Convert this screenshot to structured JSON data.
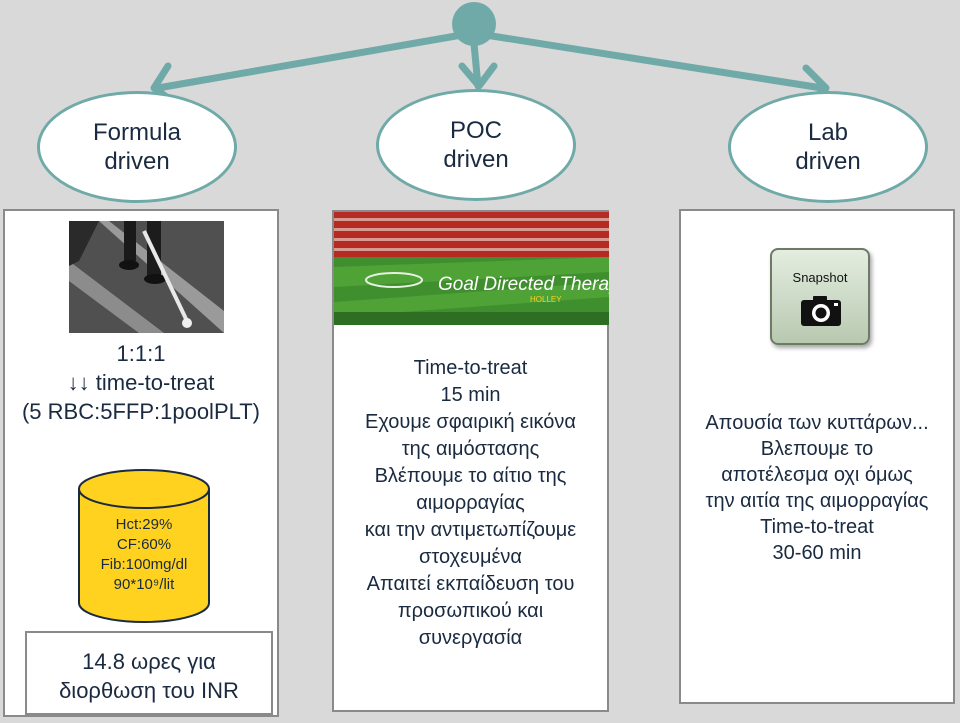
{
  "nodes": [
    {
      "id": "formula",
      "line1": "Formula",
      "line2": "driven"
    },
    {
      "id": "poc",
      "line1": "POC",
      "line2": "driven"
    },
    {
      "id": "lab",
      "line1": "Lab",
      "line2": "driven"
    }
  ],
  "formula_panel": {
    "lines": [
      "1:1:1",
      "↓↓ time-to-treat",
      "(5 RBC:5FFP:1poolPLT)"
    ],
    "cylinder_lines": [
      "Hct:29%",
      "CF:60%",
      "Fib:100mg/dl",
      "90*10⁹/lit"
    ],
    "footer_lines": [
      "14.8 ωρες για",
      "διορθωση του INR"
    ]
  },
  "poc_panel": {
    "image_title": "Goal Directed Therapy",
    "image_subtitle": "HOLLEY",
    "lines": [
      "Time-to-treat",
      "15 min",
      "Εχουμε σφαιρική εικόνα",
      "της αιμόστασης",
      "Βλέπουμε το αίτιο της",
      "αιμορραγίας",
      "και την αντιμετωπίζουμε",
      "στοχευμένα",
      "Απαιτεί εκπαίδευση του",
      "προσωπικού και",
      "συνεργασία"
    ]
  },
  "lab_panel": {
    "snapshot_label": "Snapshot",
    "icon": "camera-icon",
    "lines": [
      "Απουσία των κυττάρων...",
      "Βλεπουμε το",
      "αποτέλεσμα οχι όμως",
      "την αιτία της αιμορραγίας",
      "Time-to-treat",
      "30-60 min"
    ]
  },
  "colors": {
    "connector": "#6faaa8",
    "background": "#d9d9d9",
    "cylinder": "#ffd21f",
    "text": "#1a2a40"
  }
}
